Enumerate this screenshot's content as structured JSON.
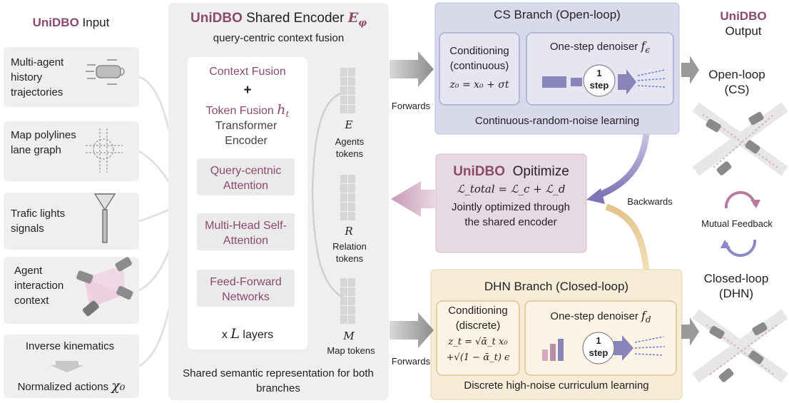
{
  "brand": {
    "name": "UniDBO",
    "brand_color": "#8a4a6c"
  },
  "input": {
    "title": "Input",
    "items": [
      {
        "label": "Multi-agent history trajectories",
        "icon": "car-trajectories-icon"
      },
      {
        "label": "Map polylines lane graph",
        "icon": "lane-graph-icon"
      },
      {
        "label": "Trafic lights signals",
        "icon": "traffic-light-icon"
      },
      {
        "label": "Agent interaction context",
        "icon": "interaction-icon"
      }
    ],
    "kinematics": {
      "top": "Inverse kinematics",
      "bottom": "Normalized actions",
      "symbol": "χ₀"
    }
  },
  "encoder": {
    "title": "Shared Encoder",
    "symbol": "E",
    "symbol_sub": "φ",
    "subtitle": "query-centric context fusion",
    "fusion1": "Context Fusion",
    "plus": "+",
    "fusion2": "Token Fusion",
    "fusion2_symbol": "h",
    "fusion2_sub": "t",
    "transformer": "Transformer Encoder",
    "blocks": [
      "Query-centnic Attention",
      "Multi-Head Self-Attention",
      "Feed-Forward Networks"
    ],
    "layers_prefix": "x",
    "layers_symbol": "L",
    "layers_suffix": "layers",
    "footer": "Shared semantic representation for both branches",
    "tokens": [
      {
        "symbol": "E",
        "label": "Agents tokens"
      },
      {
        "symbol": "R",
        "label": "Relation tokens"
      },
      {
        "symbol": "M",
        "label": "Map tokens"
      }
    ]
  },
  "cs_branch": {
    "title": "CS Branch (Open-loop)",
    "cond_title": "Conditioning (continuous)",
    "formula": "z₀ = x₀ + σt",
    "denoiser": "One-step denoiser",
    "denoiser_symbol": "f",
    "denoiser_sub": "ϵ",
    "step_label": "1 step",
    "footer": "Continuous-random-noise learning",
    "bg_color": "#d9d9ec"
  },
  "optimize": {
    "title": "Opitimize",
    "formula": "ℒ_total = ℒ_c + ℒ_d",
    "text": "Jointly optimized through the shared encoder",
    "bg_color": "#e7d9e2"
  },
  "dhn_branch": {
    "title": "DHN Branch (Closed-loop)",
    "cond_title": "Conditioning (discrete)",
    "formula_line1": "z_t = √ᾱ_t x₀",
    "formula_line2": "+√(1 − ᾱ_t) ϵ",
    "denoiser": "One-step denoiser",
    "denoiser_symbol": "f",
    "denoiser_sub": "d",
    "step_label": "1 step",
    "footer": "Discrete high-noise curriculum learning",
    "bg_color": "#f6ecd8"
  },
  "arrows": {
    "forwards": "Forwards",
    "backwards": "Backwards"
  },
  "output": {
    "title": "Output",
    "open_loop": "Open-loop (CS)",
    "closed_loop": "Closed-loop (DHN)",
    "mutual": "Mutual Feedback"
  }
}
